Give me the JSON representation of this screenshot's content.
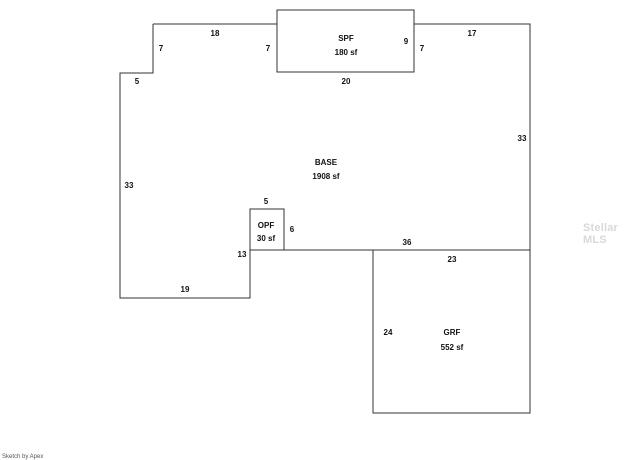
{
  "areas": {
    "spf": {
      "name": "SPF",
      "size": "180 sf"
    },
    "base": {
      "name": "BASE",
      "size": "1908 sf"
    },
    "opf": {
      "name": "OPF",
      "size": "30 sf"
    },
    "grf": {
      "name": "GRF",
      "size": "552 sf"
    }
  },
  "dimensions": {
    "base_top_left": "18",
    "base_step_left": "7",
    "base_step_right": "7",
    "base_left_notch": "5",
    "base_left": "33",
    "base_bottom_left": "19",
    "base_bottom_step": "13",
    "base_right": "33",
    "base_top_right": "17",
    "base_top_right_drop": "7",
    "spf_bottom": "20",
    "spf_right": "9",
    "opf_top": "5",
    "opf_right": "6",
    "base_garage_edge": "36",
    "grf_top": "23",
    "grf_left": "24"
  },
  "watermark": "Stellar MLS",
  "footer": "Sketch by Apex"
}
